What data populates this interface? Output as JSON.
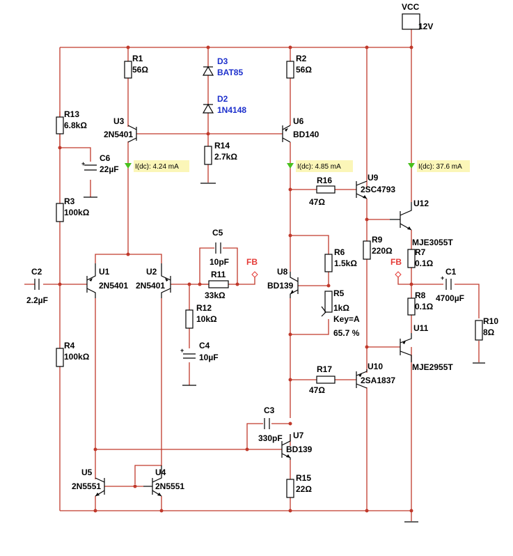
{
  "supply": {
    "name": "VCC",
    "voltage": "12V"
  },
  "resistors": {
    "R1": {
      "ref": "R1",
      "value": "56Ω"
    },
    "R2": {
      "ref": "R2",
      "value": "56Ω"
    },
    "R3": {
      "ref": "R3",
      "value": "100kΩ"
    },
    "R4": {
      "ref": "R4",
      "value": "100kΩ"
    },
    "R6": {
      "ref": "R6",
      "value": "1.5kΩ"
    },
    "R7": {
      "ref": "R7",
      "value": "0.1Ω"
    },
    "R8": {
      "ref": "R8",
      "value": "0.1Ω"
    },
    "R9": {
      "ref": "R9",
      "value": "220Ω"
    },
    "R10": {
      "ref": "R10",
      "value": "8Ω"
    },
    "R11": {
      "ref": "R11",
      "value": "33kΩ"
    },
    "R12": {
      "ref": "R12",
      "value": "10kΩ"
    },
    "R13": {
      "ref": "R13",
      "value": "6.8kΩ"
    },
    "R14": {
      "ref": "R14",
      "value": "2.7kΩ"
    },
    "R15": {
      "ref": "R15",
      "value": "22Ω"
    },
    "R16": {
      "ref": "R16",
      "value": "47Ω"
    },
    "R17": {
      "ref": "R17",
      "value": "47Ω"
    }
  },
  "potentiometer": {
    "ref": "R5",
    "value": "1kΩ",
    "key": "Key=A",
    "setting": "65.7 %"
  },
  "capacitors": {
    "C1": {
      "ref": "C1",
      "value": "4700µF"
    },
    "C2": {
      "ref": "C2",
      "value": "2.2µF"
    },
    "C3": {
      "ref": "C3",
      "value": "330pF"
    },
    "C4": {
      "ref": "C4",
      "value": "10µF"
    },
    "C5": {
      "ref": "C5",
      "value": "10pF"
    },
    "C6": {
      "ref": "C6",
      "value": "22µF"
    }
  },
  "diodes": {
    "D2": {
      "ref": "D2",
      "part": "1N4148"
    },
    "D3": {
      "ref": "D3",
      "part": "BAT85"
    }
  },
  "transistors": {
    "U1": {
      "ref": "U1",
      "part": "2N5401"
    },
    "U2": {
      "ref": "U2",
      "part": "2N5401"
    },
    "U3": {
      "ref": "U3",
      "part": "2N5401"
    },
    "U4": {
      "ref": "U4",
      "part": "2N5551"
    },
    "U5": {
      "ref": "U5",
      "part": "2N5551"
    },
    "U6": {
      "ref": "U6",
      "part": "BD140"
    },
    "U7": {
      "ref": "U7",
      "part": "BD139"
    },
    "U8": {
      "ref": "U8",
      "part": "BD139"
    },
    "U9": {
      "ref": "U9",
      "part": "2SC4793"
    },
    "U10": {
      "ref": "U10",
      "part": "2SA1837"
    },
    "U11": {
      "ref": "U11",
      "part": "MJE2955T"
    },
    "U12": {
      "ref": "U12",
      "part": "MJE3055T"
    }
  },
  "probes": [
    {
      "text": "I(dc): 4.24 mA"
    },
    {
      "text": "I(dc): 4.85 mA"
    },
    {
      "text": "I(dc): 37.6 mA"
    }
  ],
  "feedback_label": "FB",
  "colors": {
    "wire": "#c0392b",
    "component": "#000000",
    "diode_label": "#1c2fcc",
    "net_label": "#e53935",
    "probe_bg": "#fbf6b8",
    "probe_arrow": "#49c01e"
  }
}
